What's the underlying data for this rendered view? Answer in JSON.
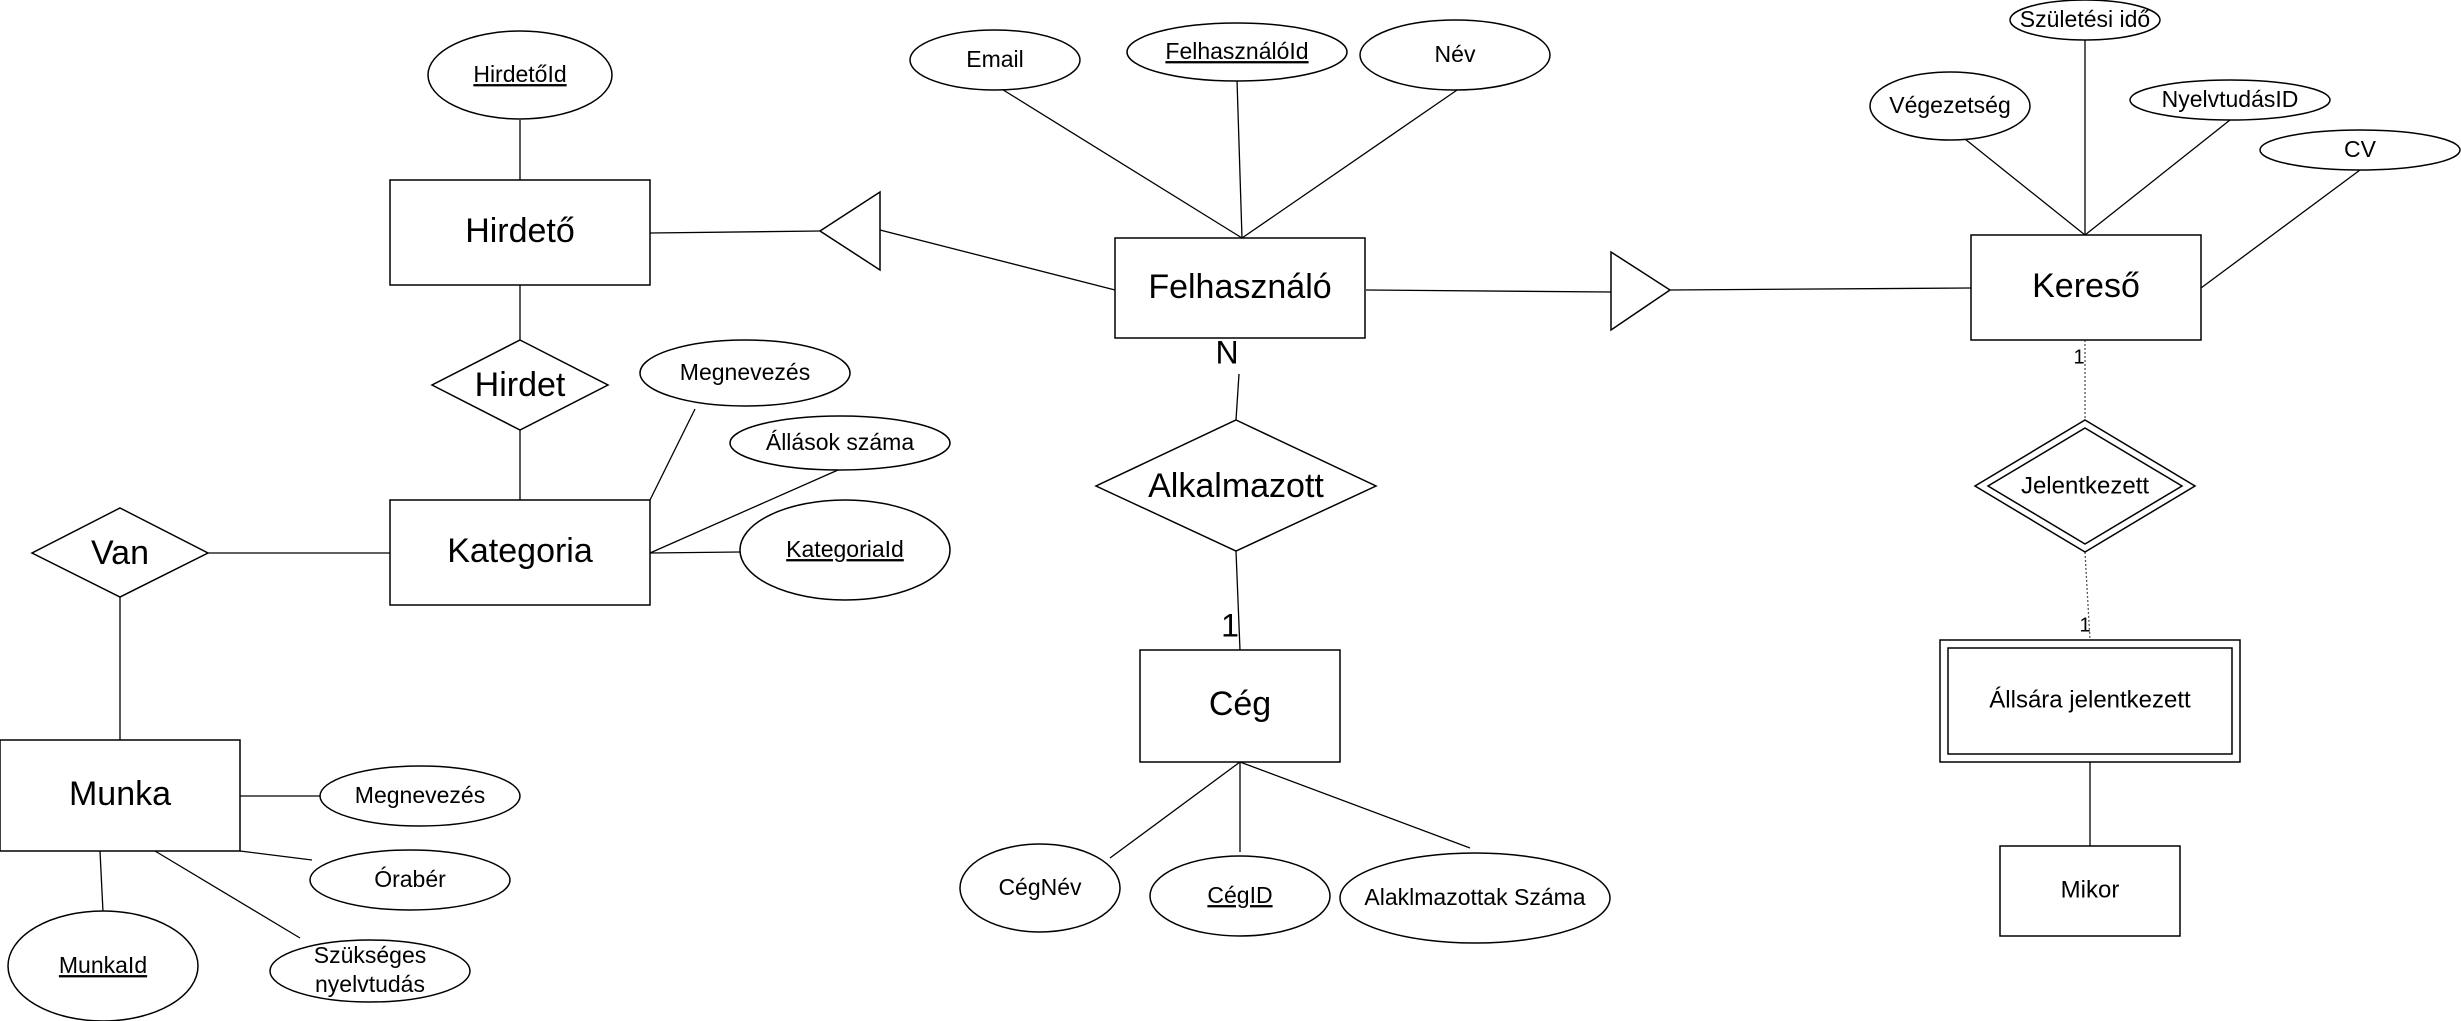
{
  "entities": {
    "hirdeto": "Hirdető",
    "felhasznalo": "Felhasználó",
    "kereso": "Kereső",
    "kategoria": "Kategoria",
    "munka": "Munka",
    "ceg": "Cég",
    "allasra_jelentkezett": "Állsára jelentkezett",
    "mikor": "Mikor"
  },
  "relationships": {
    "hirdet": "Hirdet",
    "van": "Van",
    "alkalmazott": "Alkalmazott",
    "jelentkezett": "Jelentkezett"
  },
  "attributes": {
    "hirdeto_id": "HirdetőId",
    "email": "Email",
    "felhasznalo_id": "FelhasználóId",
    "nev": "Név",
    "szuletesi_ido": "Születési idő",
    "vegzetseg": "Végezetség",
    "nyelvtudas_id": "NyelvtudásID",
    "cv": "CV",
    "kat_megnevezes": "Megnevezés",
    "allasok_szama": "Állások száma",
    "kategoria_id": "KategoriaId",
    "munka_megnevezes": "Megnevezés",
    "oraber": "Órabér",
    "munka_id": "MunkaId",
    "szukseges_nyelvtudas_1": "Szükséges",
    "szukseges_nyelvtudas_2": "nyelvtudás",
    "ceg_nev": "CégNév",
    "ceg_id": "CégID",
    "alkalmazottak_szama": "Alaklmazottak Száma"
  },
  "cardinalities": {
    "felhasznalo_alkalmazott": "N",
    "ceg_alkalmazott": "1",
    "kereso_jelentkezett": "1",
    "allasra_jelentkezett": "1"
  }
}
